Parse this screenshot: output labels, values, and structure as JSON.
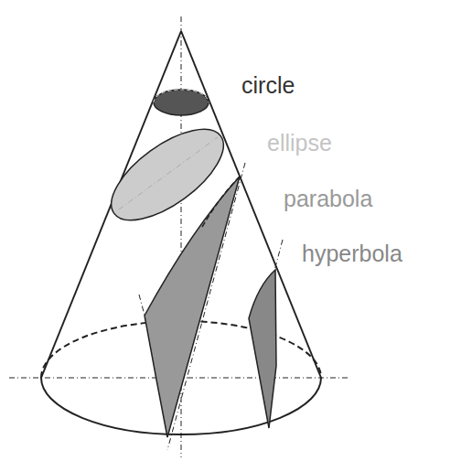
{
  "diagram": {
    "labels": [
      "circle",
      "ellipse",
      "parabola",
      "hyperbola"
    ]
  }
}
